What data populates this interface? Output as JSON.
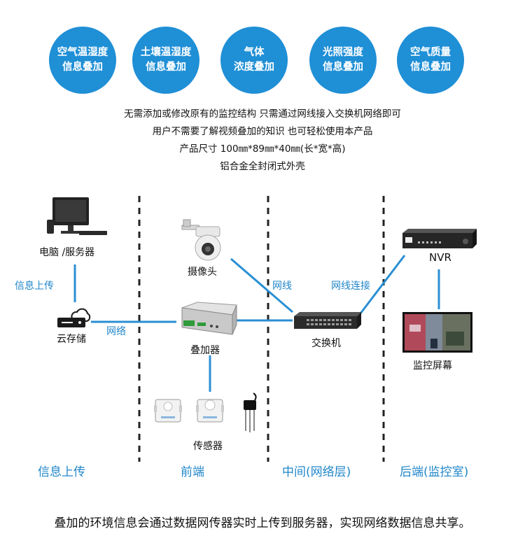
{
  "features": [
    {
      "line1": "空气温湿度",
      "line2": "信息叠加"
    },
    {
      "line1": "土壤温湿度",
      "line2": "信息叠加"
    },
    {
      "line1": "气体",
      "line2": "浓度叠加"
    },
    {
      "line1": "光照强度",
      "line2": "信息叠加"
    },
    {
      "line1": "空气质量",
      "line2": "信息叠加"
    }
  ],
  "intro": [
    "无需添加或修改原有的监控结构 只需通过网线接入交换机网络即可",
    "用户不需要了解视频叠加的知识 也可轻松使用本产品",
    "产品尺寸 100㎜*89㎜*40㎜(长*宽*高)",
    "铝合金全封闭式外壳"
  ],
  "nodes": {
    "pc": "电脑 /服务器",
    "cloud": "云存储",
    "camera": "摄像头",
    "overlay": "叠加器",
    "sensor": "传感器",
    "switch": "交换机",
    "nvr": "NVR",
    "monitor": "监控屏幕"
  },
  "links": {
    "upload": "信息上传",
    "network": "网络",
    "cable": "网线",
    "cable_connect": "网线连接"
  },
  "columns": [
    "信息上传",
    "前端",
    "中间(网络层)",
    "后端(监控室)"
  ],
  "footer": "叠加的环境信息会通过数据网传器实时上传到服务器，实现网络数据信息共享。",
  "colors": {
    "accent": "#1f8fd6",
    "line": "#2a8fd3",
    "divider": "#222222"
  }
}
